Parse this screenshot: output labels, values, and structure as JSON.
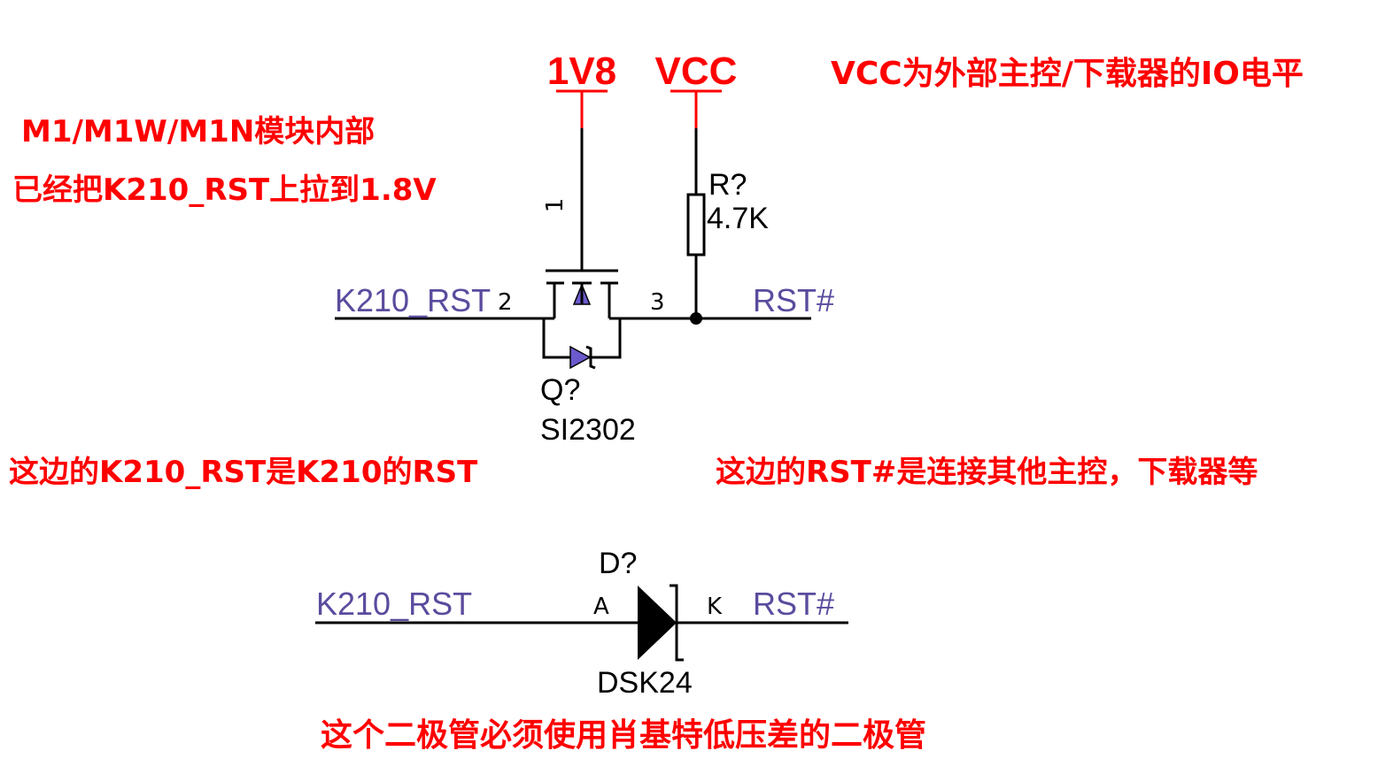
{
  "power": {
    "v1v8": "1V8",
    "vcc": "VCC"
  },
  "notes": {
    "vcc_desc": "VCC为外部主控/下载器的IO电平",
    "module_line1": "M1/M1W/M1N模块内部",
    "module_line2": "已经把K210_RST上拉到1.8V",
    "left_desc": "这边的K210_RST是K210的RST",
    "right_desc": "这边的RST#是连接其他主控，下载器等",
    "diode_desc": "这个二极管必须使用肖基特低压差的二极管"
  },
  "mosfet": {
    "net_left": "K210_RST",
    "net_right": "RST#",
    "pin1": "1",
    "pin2": "2",
    "pin3": "3",
    "ref": "Q?",
    "part": "SI2302"
  },
  "resistor": {
    "ref": "R?",
    "value": "4.7K"
  },
  "diode": {
    "net_left": "K210_RST",
    "net_right": "RST#",
    "pin_a": "A",
    "pin_k": "K",
    "ref": "D?",
    "part": "DSK24"
  },
  "colors": {
    "note_red": "#ff0000",
    "net_purple": "#5b4b9e",
    "symbol_fill": "#6a5acd"
  }
}
